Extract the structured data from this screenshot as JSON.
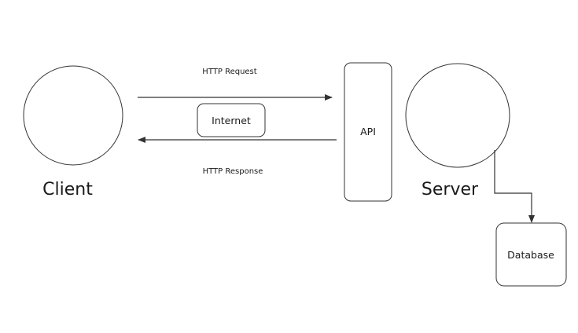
{
  "nodes": {
    "client": {
      "label": "Client"
    },
    "internet": {
      "label": "Internet"
    },
    "api": {
      "label": "API"
    },
    "server": {
      "label": "Server"
    },
    "database": {
      "label": "Database"
    }
  },
  "edges": {
    "request": {
      "label": "HTTP Request"
    },
    "response": {
      "label": "HTTP Response"
    }
  }
}
